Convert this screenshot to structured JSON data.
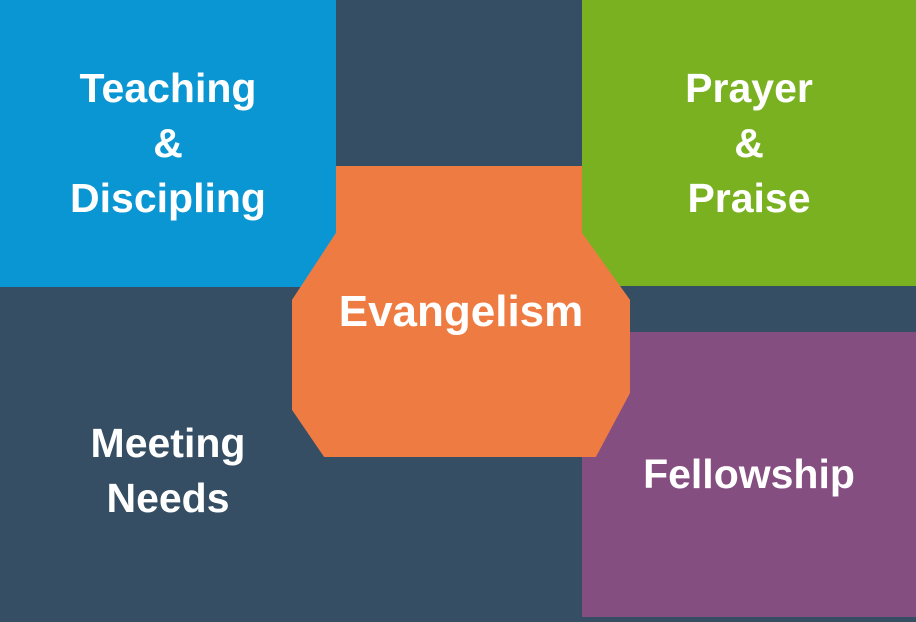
{
  "background_color": "#354e63",
  "text_color": "#ffffff",
  "center": {
    "label": "Evangelism",
    "color": "#ee7c42"
  },
  "blocks": {
    "teaching": {
      "lines": [
        "Teaching",
        "&",
        "Discipling"
      ],
      "color": "#0996d2"
    },
    "prayer": {
      "lines": [
        "Prayer",
        "&",
        "Praise"
      ],
      "color": "#79b120"
    },
    "meeting_needs": {
      "lines": [
        "Meeting",
        "Needs"
      ],
      "color": "#354e63"
    },
    "fellowship": {
      "lines": [
        "Fellowship"
      ],
      "color": "#854e80"
    }
  }
}
